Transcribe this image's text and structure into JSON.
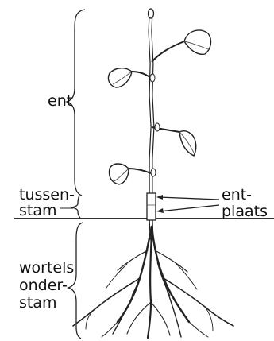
{
  "labels": {
    "scion": "ent",
    "interstock_line1": "tussen-",
    "interstock_line2": "stam",
    "graft_line1": "ent-",
    "graft_line2": "plaats",
    "rootstock_line1": "wortels",
    "rootstock_line2": "onder-",
    "rootstock_line3": "stam"
  }
}
